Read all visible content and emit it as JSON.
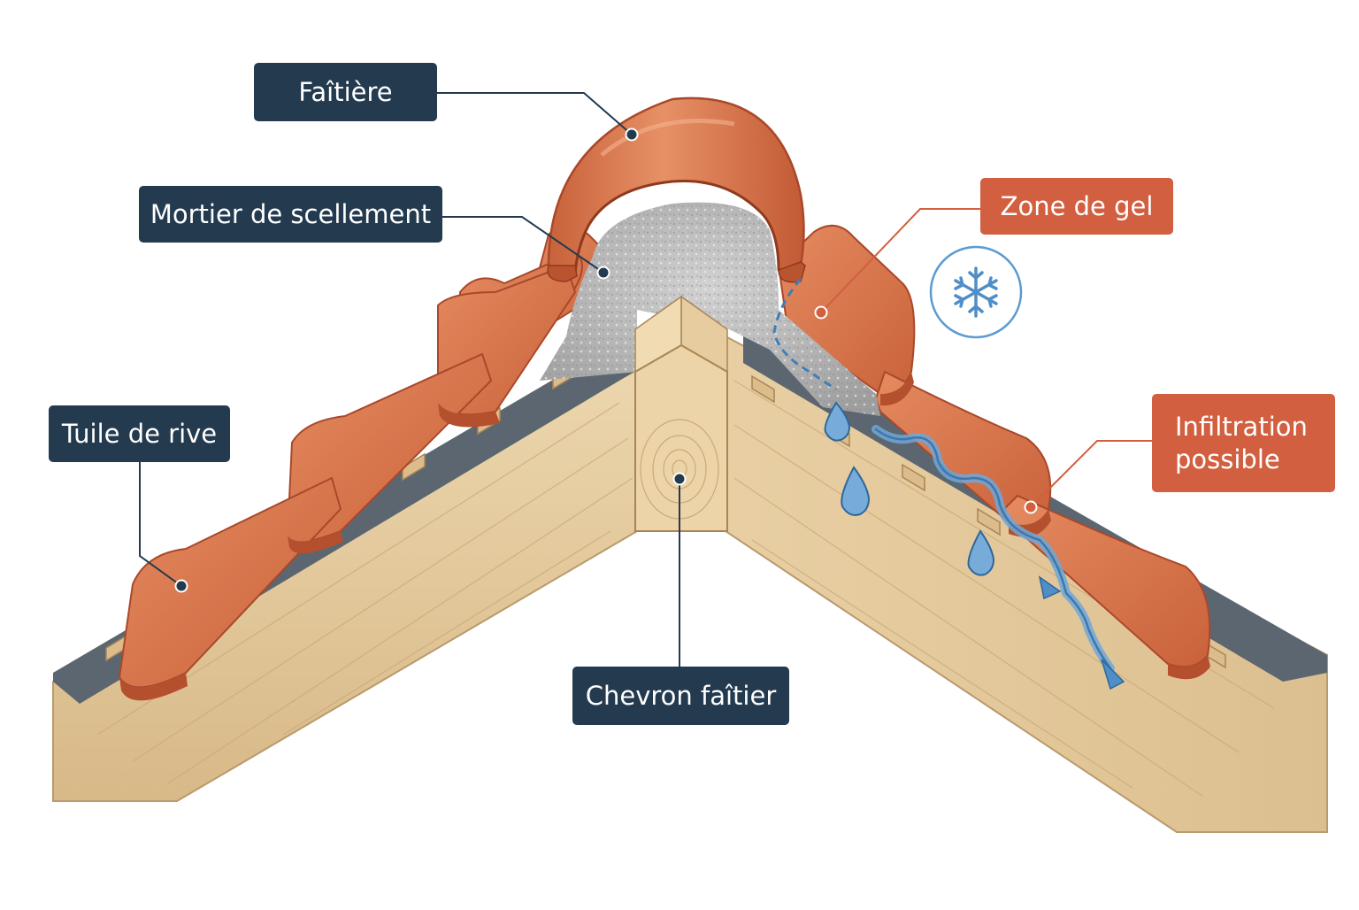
{
  "labels": {
    "faitiere": "Faîtière",
    "mortier": "Mortier de scellement",
    "tuile_rive": "Tuile de rive",
    "chevron": "Chevron faîtier",
    "gel": "Zone de gel",
    "infiltration_line1": "Infiltration",
    "infiltration_line2": "possible"
  },
  "colors": {
    "label_dark": "#233a4f",
    "label_warning": "#d25f40",
    "tile": "#d9774f",
    "tile_dark": "#b9542f",
    "mortar": "#b9b9b9",
    "wood": "#e2c79c",
    "membrane": "#5c6670",
    "water": "#5b9bd1"
  },
  "icons": [
    "snowflake-icon",
    "water-drop-icon",
    "water-flow-arrow"
  ]
}
